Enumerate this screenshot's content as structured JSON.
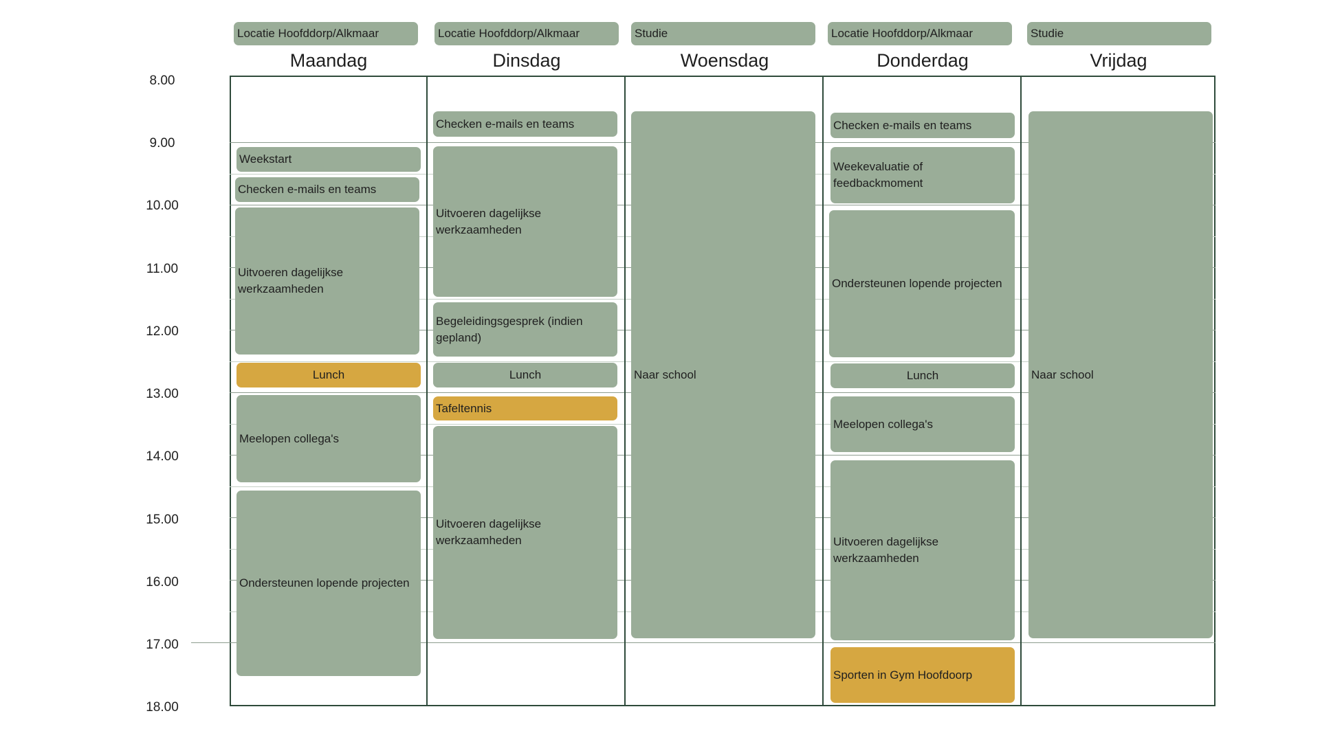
{
  "days": [
    {
      "name": "Maandag",
      "location": "Locatie Hoofddorp/Alkmaar"
    },
    {
      "name": "Dinsdag",
      "location": "Locatie Hoofddorp/Alkmaar"
    },
    {
      "name": "Woensdag",
      "location": "Studie"
    },
    {
      "name": "Donderdag",
      "location": "Locatie Hoofddorp/Alkmaar"
    },
    {
      "name": "Vrijdag",
      "location": "Studie"
    }
  ],
  "times": [
    "8.00",
    "9.00",
    "10.00",
    "11.00",
    "12.00",
    "13.00",
    "14.00",
    "15.00",
    "16.00",
    "17.00",
    "18.00"
  ],
  "events": {
    "monday": [
      "Weekstart",
      "Checken e-mails en teams",
      "Uitvoeren dagelijkse werkzaamheden",
      "Lunch",
      "Meelopen collega's",
      "Ondersteunen lopende projecten"
    ],
    "tuesday": [
      "Checken e-mails en teams",
      "Uitvoeren dagelijkse werkzaamheden",
      "Begeleidingsgesprek (indien gepland)",
      "Lunch",
      "Tafeltennis",
      "Uitvoeren dagelijkse werkzaamheden"
    ],
    "wednesday": [
      "Naar school"
    ],
    "thursday": [
      "Checken e-mails en teams",
      "Weekevaluatie of feedbackmoment",
      "Ondersteunen lopende projecten",
      "Lunch",
      "Meelopen collega's",
      "Uitvoeren dagelijkse werkzaamheden",
      "Sporten in Gym Hoofdoorp"
    ],
    "friday": [
      "Naar school"
    ]
  },
  "colors": {
    "block": "#9aad98",
    "highlight": "#d6a741",
    "grid": "#2e4a3a"
  }
}
